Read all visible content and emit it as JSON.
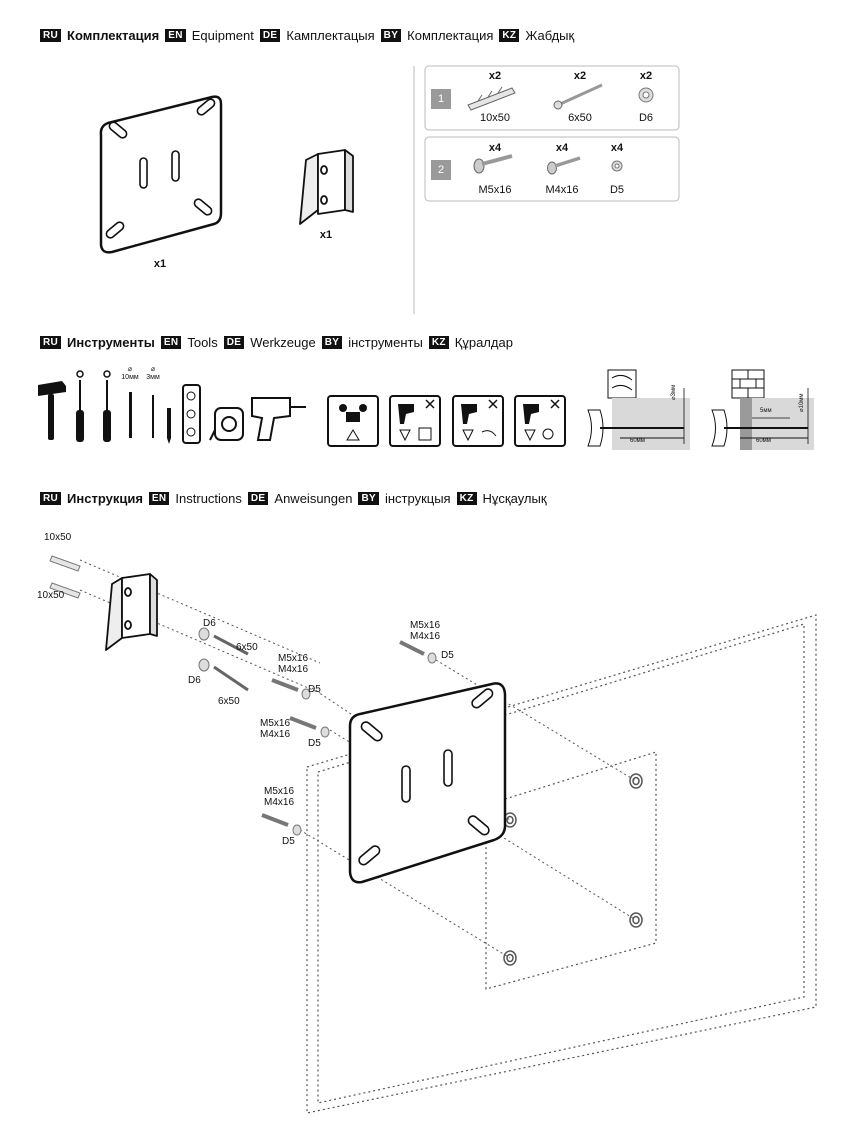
{
  "sections": {
    "equipment": {
      "ru_tag": "RU",
      "ru": "Комплектация",
      "en_tag": "EN",
      "en": "Equipment",
      "de_tag": "DE",
      "de": "Камплектацыя",
      "by_tag": "BY",
      "by": "Комплектация",
      "kz_tag": "KZ",
      "kz": "Жабдық"
    },
    "tools": {
      "ru_tag": "RU",
      "ru": "Инструменты",
      "en_tag": "EN",
      "en": "Tools",
      "de_tag": "DE",
      "de": "Werkzeuge",
      "by_tag": "BY",
      "by": "інструменты",
      "kz_tag": "KZ",
      "kz": "Құралдар"
    },
    "instructions": {
      "ru_tag": "RU",
      "ru": "Инструкция",
      "en_tag": "EN",
      "en": "Instructions",
      "de_tag": "DE",
      "de": "Anweisungen",
      "by_tag": "BY",
      "by": "інструкцыя",
      "kz_tag": "KZ",
      "kz": "Нұсқаулық"
    }
  },
  "equipment": {
    "plate_qty": "x1",
    "bracket_qty": "x1",
    "pack1": {
      "num": "1",
      "items": [
        {
          "qty": "x2",
          "label": "10x50"
        },
        {
          "qty": "x2",
          "label": "6x50"
        },
        {
          "qty": "x2",
          "label": "D6"
        }
      ]
    },
    "pack2": {
      "num": "2",
      "items": [
        {
          "qty": "x4",
          "label": "M5x16"
        },
        {
          "qty": "x4",
          "label": "M4x16"
        },
        {
          "qty": "x4",
          "label": "D5"
        }
      ]
    }
  },
  "tools": {
    "drill_bit_1": "10мм",
    "drill_bit_2": "3мм",
    "wood": {
      "depth": "60мм",
      "dia": "⌀3мм"
    },
    "brick": {
      "depth": "60мм",
      "dia": "⌀10мм",
      "inner": "5мм"
    }
  },
  "instructions": {
    "anchor_1": "10x50",
    "anchor_2": "10x50",
    "washer_top": "D6",
    "screw_top": "6x50",
    "washer_bottom": "D6",
    "screw_bottom": "6x50",
    "bolt_tr": {
      "a": "M5x16",
      "b": "M4x16",
      "w": "D5"
    },
    "bolt_l1": {
      "a": "M5x16",
      "b": "M4x16",
      "w": "D5"
    },
    "bolt_l2": {
      "a": "M5x16",
      "b": "M4x16",
      "w": "D5"
    },
    "bolt_l3": {
      "a": "M5x16",
      "b": "M4x16",
      "w": "D5"
    }
  }
}
